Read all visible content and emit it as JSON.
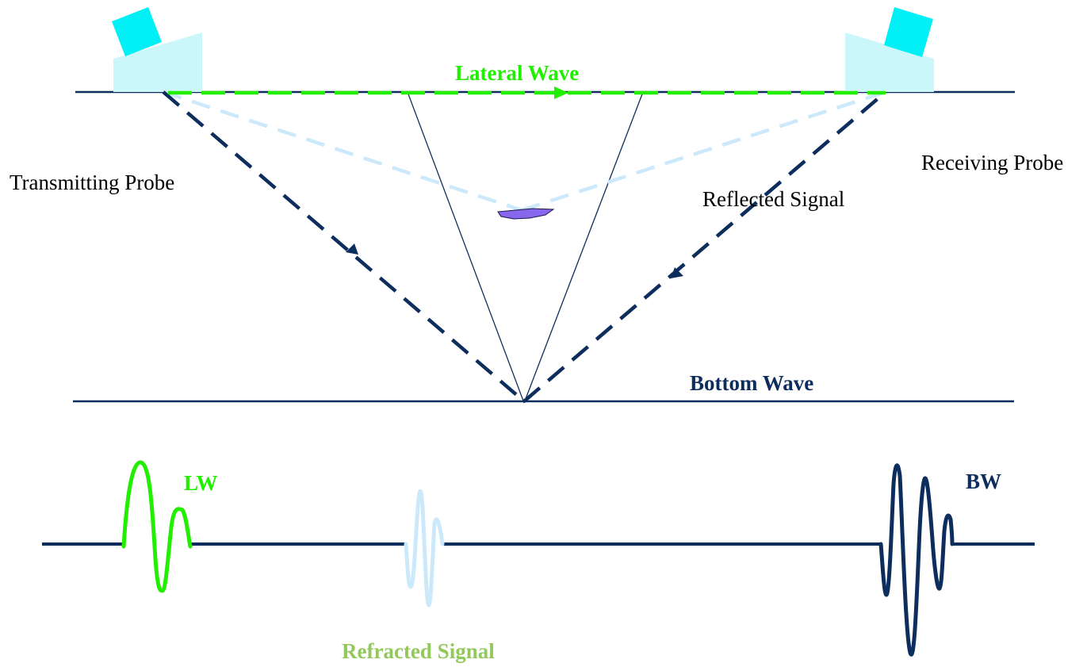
{
  "labels": {
    "lateral_wave": "Lateral Wave",
    "transmitting_probe": "Transmitting Probe",
    "receiving_probe": "Receiving Probe",
    "reflected_signal": "Reflected Signal",
    "bottom_wave": "Bottom Wave",
    "lw": "LW",
    "bw": "BW",
    "refracted_signal": "Refracted Signal"
  },
  "colors": {
    "navy": "#0d2d5c",
    "green": "#22ee00",
    "light_blue": "#cce9fb",
    "probe_wedge": "#ccf7fa",
    "probe_crystal": "#00f0f5",
    "defect": "#8866ee",
    "refracted_label": "#92c85c"
  }
}
